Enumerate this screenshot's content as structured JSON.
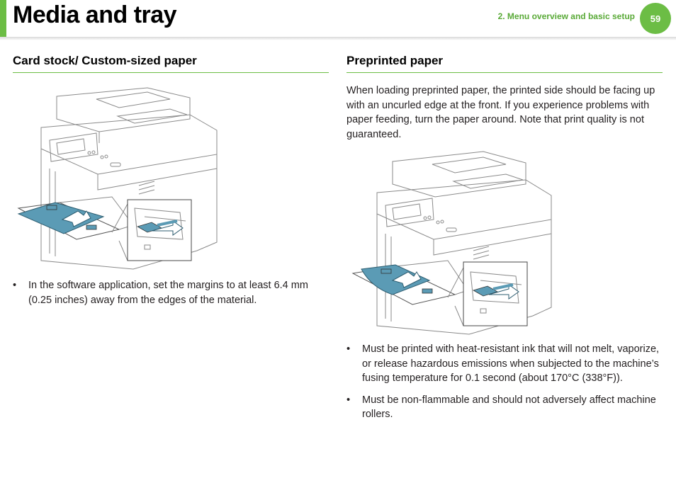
{
  "header": {
    "title": "Media and tray",
    "chapter": "2.  Menu overview and basic setup",
    "page_number": "59"
  },
  "left": {
    "heading": "Card stock/ Custom-sized paper",
    "bullets": [
      "In the software application, set the margins to at least 6.4 mm (0.25 inches) away from the edges of the material."
    ]
  },
  "right": {
    "heading": "Preprinted paper",
    "intro": "When loading preprinted paper, the printed side should be facing up with an uncurled edge at the front. If you experience problems with paper feeding, turn the paper around. Note that print quality is not guaranteed.",
    "bullets": [
      "Must be printed with heat-resistant ink that will not melt, vaporize, or release hazardous emissions when subjected to the machine’s fusing temperature for 0.1 second (about 170°C (338°F)).",
      "Must be non-flammable and should not adversely affect machine rollers."
    ]
  },
  "colors": {
    "accent": "#6cbd45",
    "paper": "#5b9bb5"
  }
}
